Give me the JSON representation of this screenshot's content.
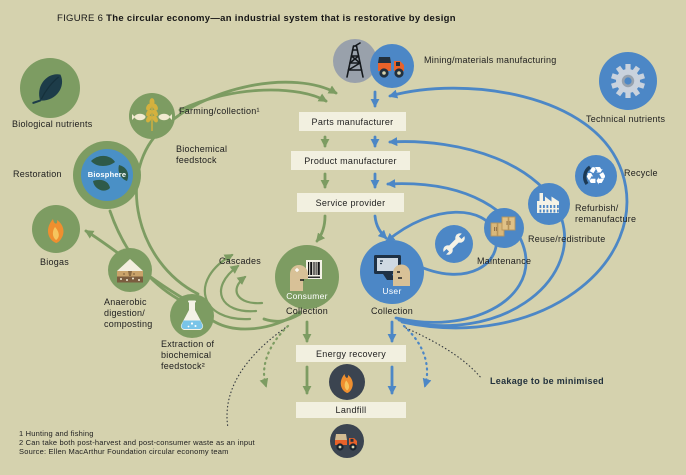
{
  "figure": {
    "label": "FIGURE 6",
    "title": "The circular economy—an industrial system that is restorative by design"
  },
  "colors": {
    "background": "#d5d2ae",
    "biological_green": "#7d9c62",
    "technical_blue": "#4c87c6",
    "dark_node": "#3b4450",
    "mining_gray": "#99a1ab",
    "box_fill": "#f2f0e0",
    "accent_orange": "#e8762d",
    "text": "#1e1e1e"
  },
  "chain": {
    "parts": "Parts manufacturer",
    "product": "Product manufacturer",
    "service": "Service provider",
    "energy": "Energy recovery",
    "landfill": "Landfill"
  },
  "biological": {
    "nutrients": "Biological nutrients",
    "farming": "Farming/collection¹",
    "feedstock": "Biochemical\nfeedstock",
    "restoration": "Restoration",
    "biosphere": "Biosphere",
    "biogas": "Biogas",
    "anaerobic": "Anaerobic\ndigestion/\ncomposting",
    "extraction": "Extraction of\nbiochemical\nfeedstock²",
    "cascades": "Cascades",
    "consumer": "Consumer",
    "collection": "Collection"
  },
  "technical": {
    "mining": "Mining/materials manufacturing",
    "nutrients": "Technical nutrients",
    "recycle": "Recycle",
    "refurbish": "Refurbish/\nremanufacture",
    "reuse": "Reuse/redistribute",
    "maintenance": "Maintenance",
    "user": "User",
    "collection": "Collection"
  },
  "leakage": "Leakage to be minimised",
  "footnotes": {
    "f1": "1 Hunting and fishing",
    "f2": "2 Can take both post-harvest and post-consumer waste as an input",
    "source": "Source: Ellen MacArthur Foundation circular economy team"
  }
}
